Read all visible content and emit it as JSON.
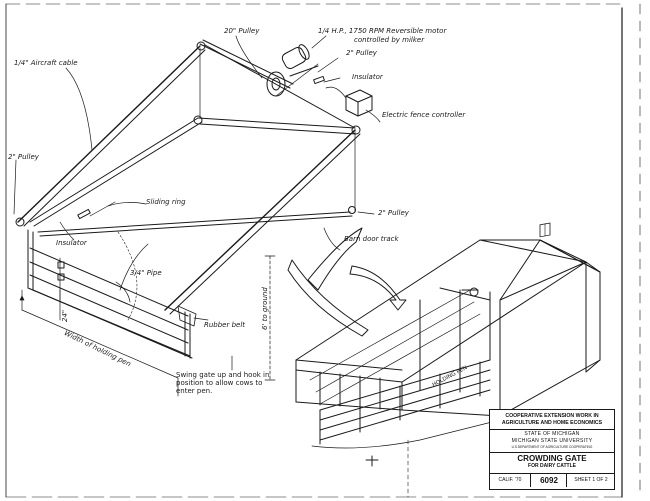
{
  "labels": {
    "pulley_20": "20\" Pulley",
    "motor_line1": "1/4 H.P., 1750 RPM Reversible motor",
    "motor_line2": "controlled by milker",
    "pulley_2_top": "2\" Pulley",
    "insulator_top": "Insulator",
    "electric_fence": "Electric fence controller",
    "aircraft_cable": "1/4\" Aircraft cable",
    "pulley_2_left": "2\" Pulley",
    "sliding_ring": "Sliding ring",
    "insulator_left": "Insulator",
    "pulley_2_right": "2\" Pulley",
    "barn_door_track": "Barn door track",
    "pipe": "3/4\" Pipe",
    "dim_24": "24\"",
    "ground": "6' to ground",
    "rubber_belt": "Rubber belt",
    "width_pen": "Width of holding pen",
    "swing_line1": "Swing gate up and hook in",
    "swing_line2": "position to allow cows to",
    "swing_line3": "enter pen.",
    "holding_pen": "HOLDING PEN"
  },
  "title_block": {
    "line1": "COOPERATIVE EXTENSION WORK IN",
    "line2": "AGRICULTURE AND HOME ECONOMICS",
    "line3": "STATE OF MICHIGAN",
    "line4": "MICHIGAN STATE UNIVERSITY",
    "line5": "U.S.DEPARTMENT OF AGRICULTURE COOPERATING",
    "title": "CROWDING GATE",
    "subtitle": "FOR DAIRY CATTLE",
    "calif": "CALIF. '70",
    "number": "6092",
    "sheet": "SHEET 1 OF 2"
  }
}
